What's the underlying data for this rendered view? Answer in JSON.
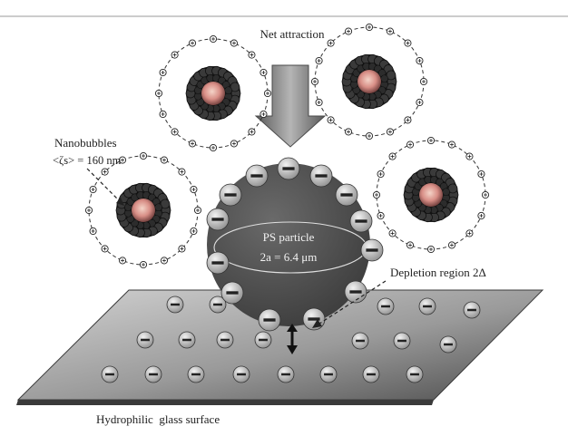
{
  "labels": {
    "net_attraction": "Net attraction",
    "nanobubbles": "Nanobubbles",
    "zeta": "<ζs> = 160 nm",
    "ps_particle": "PS particle",
    "diameter": "2a = 6.4 μm",
    "depletion": "Depletion region 2Δ",
    "surface": "Hydrophilic  glass surface"
  },
  "colors": {
    "surface_light": "#c9c9c9",
    "surface_dark": "#555555",
    "particle": "#4a4a4a",
    "charge_fill": "#bdbdbd",
    "bubble_shell": "#2a2a2a",
    "bubble_core": "#d98a86",
    "arrow": "#7a7a7a"
  },
  "icons": {
    "charge": "minus-charge-icon",
    "ion": "cation-icon",
    "arrow": "down-arrow-icon"
  }
}
